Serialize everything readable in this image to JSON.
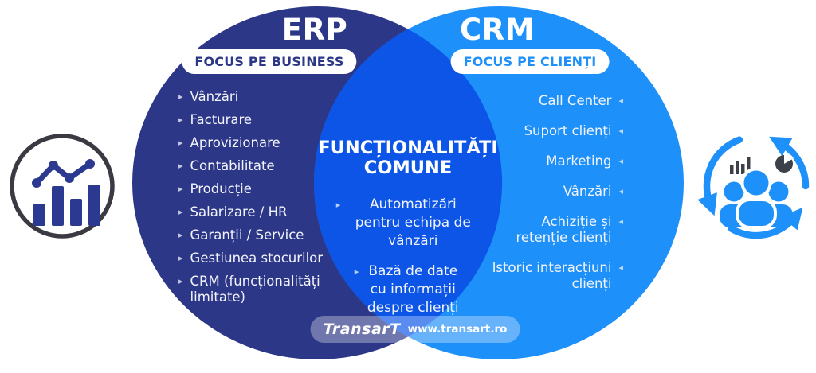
{
  "colors": {
    "erp": "#2D3787",
    "crm": "#1E90FA",
    "lens": "#0C55E6",
    "ring": "#3B3A43",
    "dark": "#3C4049",
    "erp_icon": "#2B3A90",
    "badge_bg": "#FFFFFF",
    "text": "#FFFFFF"
  },
  "glyphs": {
    "right_triangle": "▸",
    "left_triangle": "◂"
  },
  "erp": {
    "title": "ERP",
    "badge": "FOCUS PE BUSINESS",
    "items": [
      "Vânzări",
      "Facturare",
      "Aprovizionare",
      "Contabilitate",
      "Producție",
      "Salarizare / HR",
      "Garanții / Service",
      "Gestiunea stocurilor",
      "CRM (funcționalități limitate)"
    ]
  },
  "crm": {
    "title": "CRM",
    "badge": "FOCUS PE CLIENȚI",
    "items": [
      "Call Center",
      "Suport clienți",
      "Marketing",
      "Vânzări",
      "Achiziție și retenție clienți",
      "Istoric interacțiuni clienți"
    ]
  },
  "common": {
    "title": "FUNCȚIONALITĂȚI COMUNE",
    "items": [
      "Automatizări pentru echipa de vânzări",
      "Bază de date cu informații despre clienți"
    ]
  },
  "footer": {
    "brand": "TransarT",
    "website": "www.transart.ro"
  },
  "icons": {
    "left": "analytics-chart-icon",
    "right": "customer-cycle-icon"
  }
}
